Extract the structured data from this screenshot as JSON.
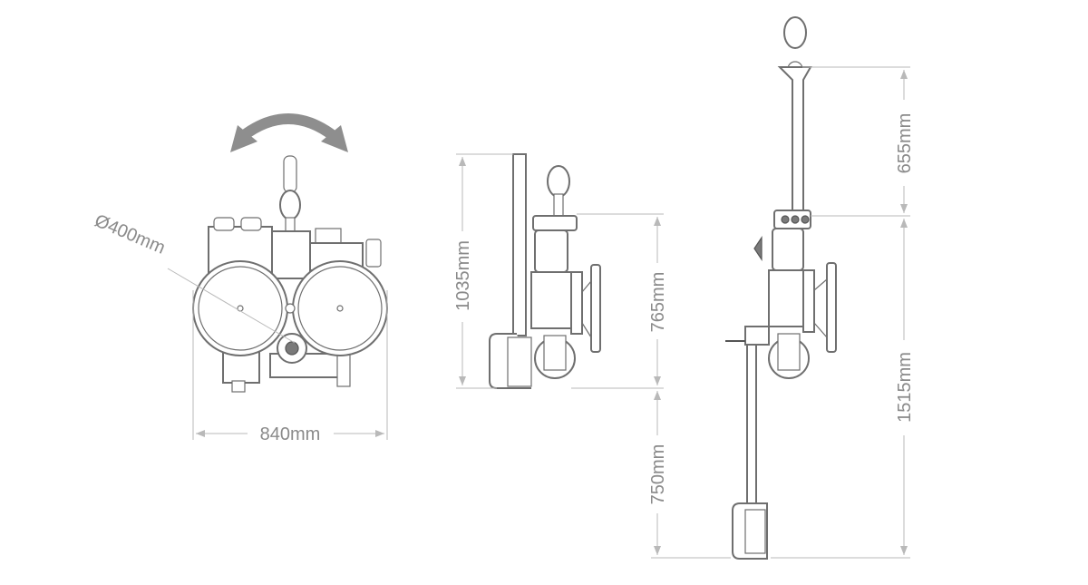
{
  "colors": {
    "outline": "#6f6f6f",
    "dimension": "#b9b9b9",
    "text": "#8a8a8a",
    "rotation_arrow": "#8e8e8e"
  },
  "front_view": {
    "diameter_label": "Ø400mm",
    "width_label": "840mm"
  },
  "side_view": {
    "height_label": "1035mm",
    "body_height_label": "765mm",
    "extension_label": "750mm"
  },
  "extended_view": {
    "top_label": "655mm",
    "total_label": "1515mm"
  }
}
